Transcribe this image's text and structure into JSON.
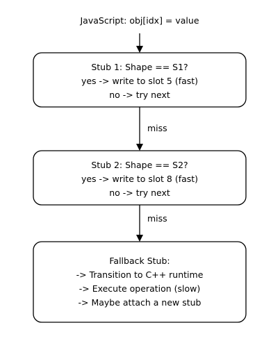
{
  "header": {
    "text": "JavaScript: obj[idx] = value"
  },
  "nodes": [
    {
      "id": "stub-1",
      "lines": [
        "Stub 1: Shape == S1?",
        "yes -> write to slot 5 (fast)",
        "no -> try next"
      ]
    },
    {
      "id": "stub-2",
      "lines": [
        "Stub 2: Shape == S2?",
        "yes -> write to slot 8 (fast)",
        "no -> try next"
      ]
    },
    {
      "id": "fallback-stub",
      "lines": [
        "Fallback Stub:",
        "-> Transition to C++ runtime",
        "-> Execute operation (slow)",
        "-> Maybe attach a new stub"
      ]
    }
  ],
  "edges": [
    {
      "from": "header",
      "to": "stub-1",
      "label": ""
    },
    {
      "from": "stub-1",
      "to": "stub-2",
      "label": "miss"
    },
    {
      "from": "stub-2",
      "to": "fallback-stub",
      "label": "miss"
    }
  ]
}
